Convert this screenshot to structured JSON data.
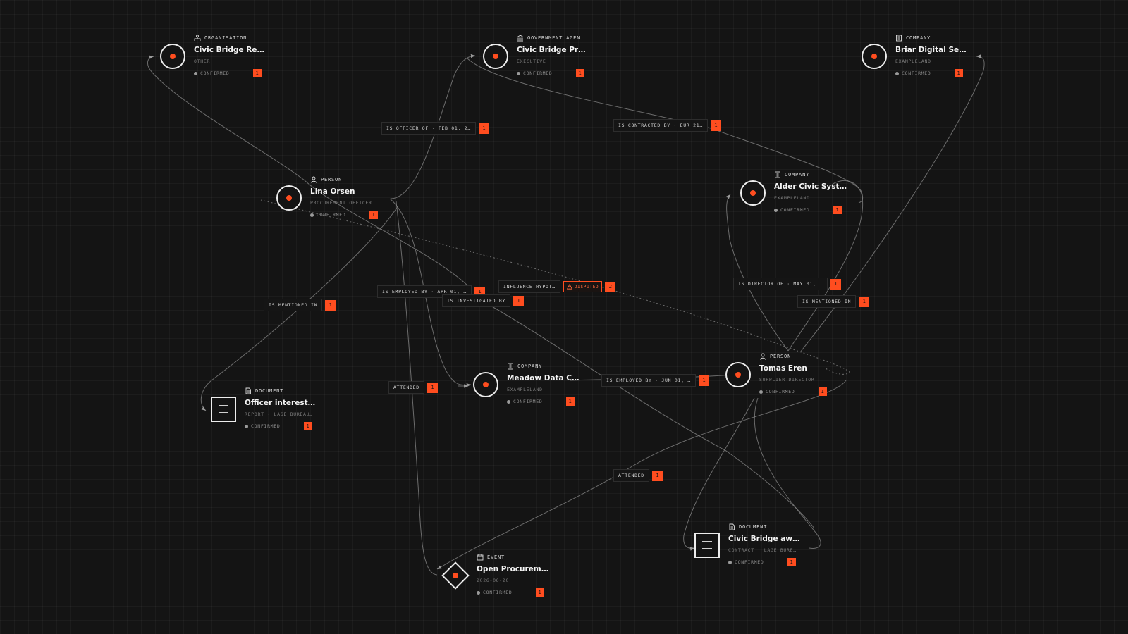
{
  "colors": {
    "background": "#141414",
    "accent": "#ff4d1f",
    "edge": "#8a8a8a",
    "text": "#f4f4f4",
    "muted": "#7b7b7b"
  },
  "nodes": [
    {
      "id": "civic-bridge-review",
      "kind": "circle",
      "icon": "organisation-icon",
      "type": "ORGANISATION",
      "title": "Civic Bridge Revie…",
      "sub": "OTHER",
      "status": "CONFIRMED",
      "count": "1"
    },
    {
      "id": "civic-bridge-procurement",
      "kind": "circle",
      "icon": "government-agency-icon",
      "type": "GOVERNMENT AGEN…",
      "title": "Civic Bridge Procur…",
      "sub": "EXECUTIVE",
      "status": "CONFIRMED",
      "count": "1"
    },
    {
      "id": "briar-digital-services",
      "kind": "circle",
      "icon": "company-icon",
      "type": "COMPANY",
      "title": "Briar Digital Services",
      "sub": "EXAMPLELAND",
      "status": "CONFIRMED",
      "count": "1"
    },
    {
      "id": "lina-orsen",
      "kind": "circle",
      "icon": "person-icon",
      "type": "PERSON",
      "title": "Lina Orsen",
      "sub": "PROCUREMENT OFFICER",
      "status": "CONFIRMED",
      "count": "1"
    },
    {
      "id": "alder-civic-systems",
      "kind": "circle",
      "icon": "company-icon",
      "type": "COMPANY",
      "title": "Alder Civic Systems",
      "sub": "EXAMPLELAND",
      "status": "CONFIRMED",
      "count": "1"
    },
    {
      "id": "meadow-data",
      "kind": "circle",
      "icon": "company-icon",
      "type": "COMPANY",
      "title": "Meadow Data Coo…",
      "sub": "EXAMPLELAND",
      "status": "CONFIRMED",
      "count": "1"
    },
    {
      "id": "tomas-eren",
      "kind": "circle",
      "icon": "person-icon",
      "type": "PERSON",
      "title": "Tomas Eren",
      "sub": "SUPPLIER DIRECTOR",
      "status": "CONFIRMED",
      "count": "1"
    },
    {
      "id": "officer-interests",
      "kind": "doc",
      "icon": "document-icon",
      "type": "DOCUMENT",
      "title": "Officer interests de…",
      "sub": "REPORT · LAGE BUREAU …",
      "status": "CONFIRMED",
      "count": "1"
    },
    {
      "id": "civic-bridge-award",
      "kind": "doc",
      "icon": "document-icon",
      "type": "DOCUMENT",
      "title": "Civic Bridge award …",
      "sub": "CONTRACT · LAGE BUREA…",
      "status": "CONFIRMED",
      "count": "1"
    },
    {
      "id": "open-procurement",
      "kind": "diamond",
      "icon": "event-icon",
      "type": "EVENT",
      "title": "Open Procurement …",
      "sub": "2026-06-20",
      "status": "CONFIRMED",
      "count": "1"
    }
  ],
  "edge_labels": [
    {
      "id": "is-officer-of",
      "text": "IS OFFICER OF · FEB 01, 2…",
      "count": "1"
    },
    {
      "id": "is-contracted-by",
      "text": "IS CONTRACTED BY · EUR 21…",
      "count": "1"
    },
    {
      "id": "is-employed-by-apr",
      "text": "IS EMPLOYED BY · APR 01, …",
      "count": "1"
    },
    {
      "id": "influence-hypothesis",
      "text": "INFLUENCE HYPOT…",
      "disputed": "DISPUTED",
      "count": "2"
    },
    {
      "id": "is-investigated-by",
      "text": "IS INVESTIGATED BY",
      "count": "1"
    },
    {
      "id": "is-mentioned-in-left",
      "text": "IS MENTIONED IN",
      "count": "1"
    },
    {
      "id": "is-director-of",
      "text": "IS DIRECTOR OF · MAY 01, …",
      "count": "1"
    },
    {
      "id": "is-mentioned-in-right",
      "text": "IS MENTIONED IN",
      "count": "1"
    },
    {
      "id": "attended-left",
      "text": "ATTENDED",
      "count": "1"
    },
    {
      "id": "is-employed-by-jun",
      "text": "IS EMPLOYED BY · JUN 01, …",
      "count": "1"
    },
    {
      "id": "attended-bottom",
      "text": "ATTENDED",
      "count": "1"
    }
  ]
}
